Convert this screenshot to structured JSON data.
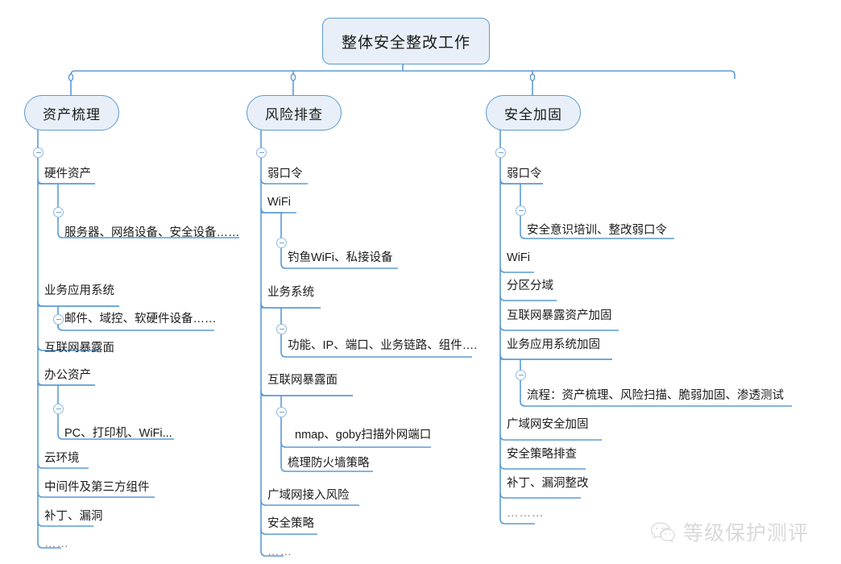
{
  "diagram": {
    "title": "整体安全整改工作",
    "type": "mindmap",
    "colors": {
      "node_fill": "#e8eff8",
      "node_border": "#5b9bd5",
      "wire": "#5b9bd5",
      "text": "#1b1b1b",
      "background": "#ffffff",
      "watermark": "#d9d9d9"
    },
    "root": {
      "label": "整体安全整改工作"
    },
    "branches": [
      {
        "label": "资产梳理",
        "items": [
          {
            "label": "硬件资产",
            "children": [
              "服务器、网络设备、安全设备……"
            ]
          },
          {
            "label": "业务应用系统",
            "children": [
              "邮件、域控、软硬件设备……"
            ]
          },
          {
            "label": "互联网暴露面",
            "children": []
          },
          {
            "label": "办公资产",
            "children": [
              "PC、打印机、WiFi..."
            ]
          },
          {
            "label": "云环境",
            "children": []
          },
          {
            "label": "中间件及第三方组件",
            "children": []
          },
          {
            "label": "补丁、漏洞",
            "children": []
          },
          {
            "label": "……",
            "children": []
          }
        ]
      },
      {
        "label": "风险排查",
        "items": [
          {
            "label": "弱口令",
            "children": []
          },
          {
            "label": "WiFi",
            "children": [
              "钓鱼WiFi、私接设备"
            ]
          },
          {
            "label": "业务系统",
            "children": [
              "功能、IP、端口、业务链路、组件…."
            ]
          },
          {
            "label": "互联网暴露面",
            "children": [
              "nmap、goby扫描外网端口",
              "梳理防火墙策略"
            ]
          },
          {
            "label": "广域网接入风险",
            "children": []
          },
          {
            "label": "安全策略",
            "children": []
          },
          {
            "label": "……",
            "children": []
          }
        ]
      },
      {
        "label": "安全加固",
        "items": [
          {
            "label": "弱口令",
            "children": [
              "安全意识培训、整改弱口令"
            ]
          },
          {
            "label": "WiFi",
            "children": []
          },
          {
            "label": "分区分域",
            "children": []
          },
          {
            "label": "互联网暴露资产加固",
            "children": []
          },
          {
            "label": "业务应用系统加固",
            "children": [
              "流程：资产梳理、风险扫描、脆弱加固、渗透测试"
            ]
          },
          {
            "label": "广域网安全加固",
            "children": []
          },
          {
            "label": "安全策略排查",
            "children": []
          },
          {
            "label": "补丁、漏洞整改",
            "children": []
          },
          {
            "label": "………",
            "children": []
          }
        ]
      }
    ],
    "watermark": {
      "text": "等级保护测评",
      "icon": "wechat-icon"
    }
  }
}
